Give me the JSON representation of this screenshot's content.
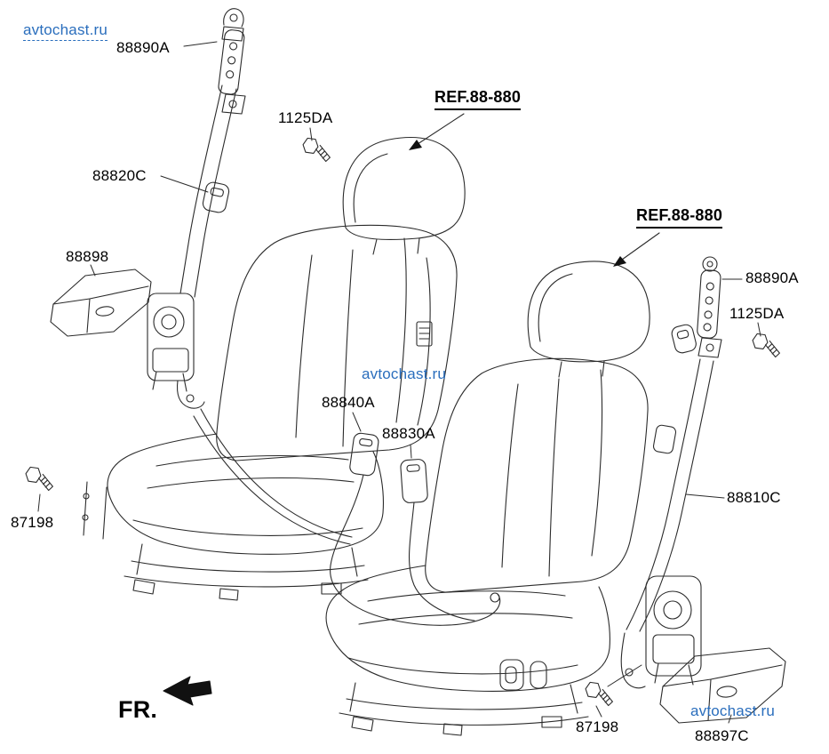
{
  "watermark": {
    "text": "avtochast.ru",
    "color": "#2a6ebd"
  },
  "parts": {
    "p88890a_top": "88890A",
    "p1125da_top": "1125DA",
    "ref_left": "REF.88-880",
    "p88820c": "88820C",
    "p88898": "88898",
    "ref_right": "REF.88-880",
    "p88890a_right": "88890A",
    "p1125da_right": "1125DA",
    "p88840a": "88840A",
    "p88830a": "88830A",
    "p88810c": "88810C",
    "p87198_left": "87198",
    "p87198_bottom": "87198",
    "p88897c": "88897C"
  },
  "direction": {
    "front_label": "FR."
  },
  "colors": {
    "line": "#2b2b2b",
    "label": "#000000"
  }
}
